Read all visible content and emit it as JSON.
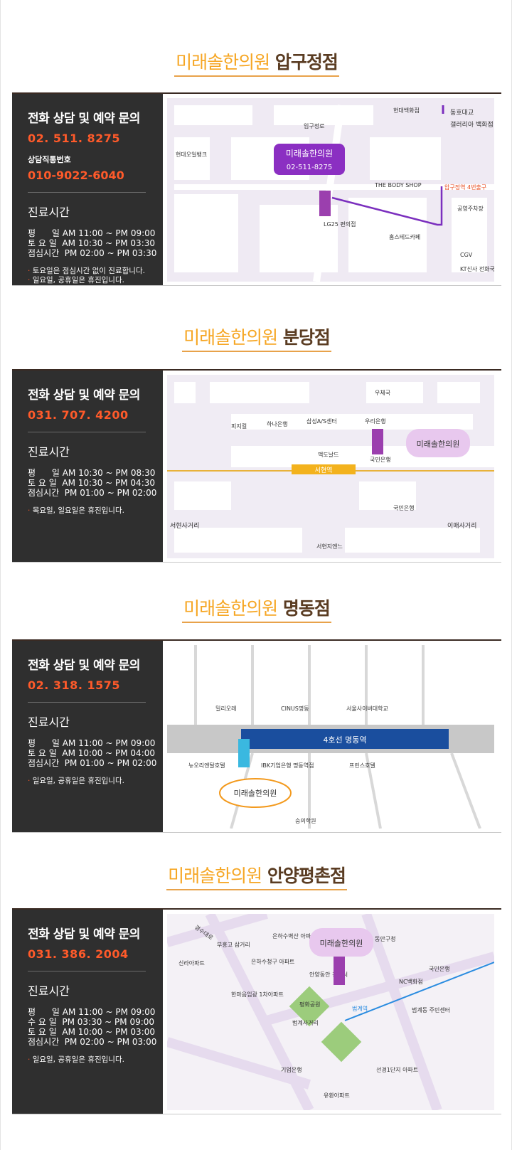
{
  "brand": "미래솔한의원",
  "branches": [
    {
      "branch": "압구정점",
      "heading": "전화 상담 및 예약 문의",
      "phone": "02. 511. 8275",
      "direct_label": "상담직통번호",
      "direct_phone": "010-9022-6040",
      "hours_title": "진료시간",
      "hours": [
        "평      일 AM 11:00 ~ PM 09:00",
        "토 요 일  AM 10:30 ~ PM 03:30",
        "점심시간  PM 02:00 ~ PM 03:30"
      ],
      "notes": [
        "토요일은 점심시간 없이 진료합니다.",
        "일요일, 공휴일은 휴진입니다."
      ],
      "map": {
        "bubble_name": "미래솔한의원",
        "bubble_phone": "02-511-8275",
        "labels": [
          "현대백화점",
          "동호대교",
          "갤러리아 백화점",
          "입구정로",
          "현대오일뱅크",
          "THE BODY SHOP",
          "압구정역 4번출구",
          "공영주차장",
          "홈스테드카페",
          "LG25 편의점",
          "CGV",
          "KT신사 전화국"
        ]
      }
    },
    {
      "branch": "분당점",
      "heading": "전화 상담 및 예약 문의",
      "phone": "031. 707. 4200",
      "hours_title": "진료시간",
      "hours": [
        "평      일 AM 10:30 ~ PM 08:30",
        "토 요 일  AM 10:30 ~ PM 04:30",
        "점심시간  PM 01:00 ~ PM 02:00"
      ],
      "notes": [
        "목요일, 일요일은 휴진입니다."
      ],
      "map": {
        "labels": [
          "우체국",
          "피지컬",
          "하나은행",
          "삼성A/S센터",
          "우리은행",
          "맥도날드",
          "국민은행",
          "서현역",
          "국민은행",
          "서현사거리",
          "이매사거리",
          "서현지엔느"
        ],
        "logo": "미래솔한의원"
      }
    },
    {
      "branch": "명동점",
      "heading": "전화 상담 및 예약 문의",
      "phone": "02. 318. 1575",
      "hours_title": "진료시간",
      "hours": [
        "평      일 AM 11:00 ~ PM 09:00",
        "토 요 일  AM 10:00 ~ PM 04:00",
        "점심시간  PM 01:00 ~ PM 02:00"
      ],
      "notes": [
        "일요일, 공휴일은 휴진입니다."
      ],
      "map": {
        "station": "4호선 명동역",
        "labels": [
          "밀리오레",
          "CINUS명동",
          "서울사이버대학교",
          "뉴오리엔탈호텔",
          "IBK기업은행 명동역점",
          "프린스호텔",
          "숭의학원"
        ],
        "logo": "미래솔한의원"
      }
    },
    {
      "branch": "안양평촌점",
      "heading": "전화 상담 및 예약 문의",
      "phone": "031. 386. 2004",
      "hours_title": "진료시간",
      "hours": [
        "평      일 AM 11:00 ~ PM 09:00",
        "수 요 일  PM 03:30 ~ PM 09:00",
        "토 요 일  AM 10:00 ~ PM 03:00",
        "점심시간  PM 02:00 ~ PM 03:00"
      ],
      "notes": [
        "일요일, 공휴일은 휴진입니다."
      ],
      "map": {
        "labels": [
          "경수대로",
          "부흥고 삼거리",
          "은하수벽산 아파트",
          "동안구청",
          "신라아파트",
          "은하수청구 아파트",
          "안양동안 경찰서",
          "국민은행",
          "NC백화점",
          "한마음임광 1차아파트",
          "평화공원",
          "범계역",
          "범계동 주민센터",
          "범계사거리",
          "기업은행",
          "선경1단지 아파트",
          "유환아파트"
        ],
        "logo": "미래솔한의원"
      }
    }
  ],
  "colors": {
    "accent": "#f6a623",
    "phone": "#ff5a2a",
    "panel": "#2f2f2f",
    "purple": "#7b2fbe",
    "line4": "#1a4e9e"
  }
}
